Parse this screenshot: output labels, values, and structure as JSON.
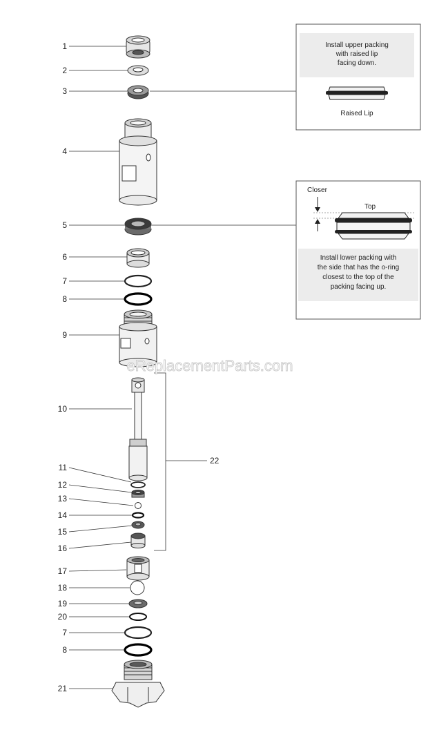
{
  "callouts": [
    "1",
    "2",
    "3",
    "4",
    "5",
    "6",
    "7",
    "8",
    "9",
    "10",
    "11",
    "12",
    "13",
    "14",
    "15",
    "16",
    "17",
    "18",
    "19",
    "20",
    "7",
    "8",
    "21"
  ],
  "group_label": "22",
  "upper_note": {
    "lines": [
      "Install upper packing",
      "with raised lip",
      "facing down."
    ],
    "caption": "Raised Lip"
  },
  "lower_note": {
    "closer_label": "Closer",
    "top_label": "Top",
    "lines": [
      "Install lower packing with",
      "the side that has the o-ring",
      "closest to the top of the",
      "packing facing up."
    ]
  },
  "watermark": "eReplacementParts.com"
}
